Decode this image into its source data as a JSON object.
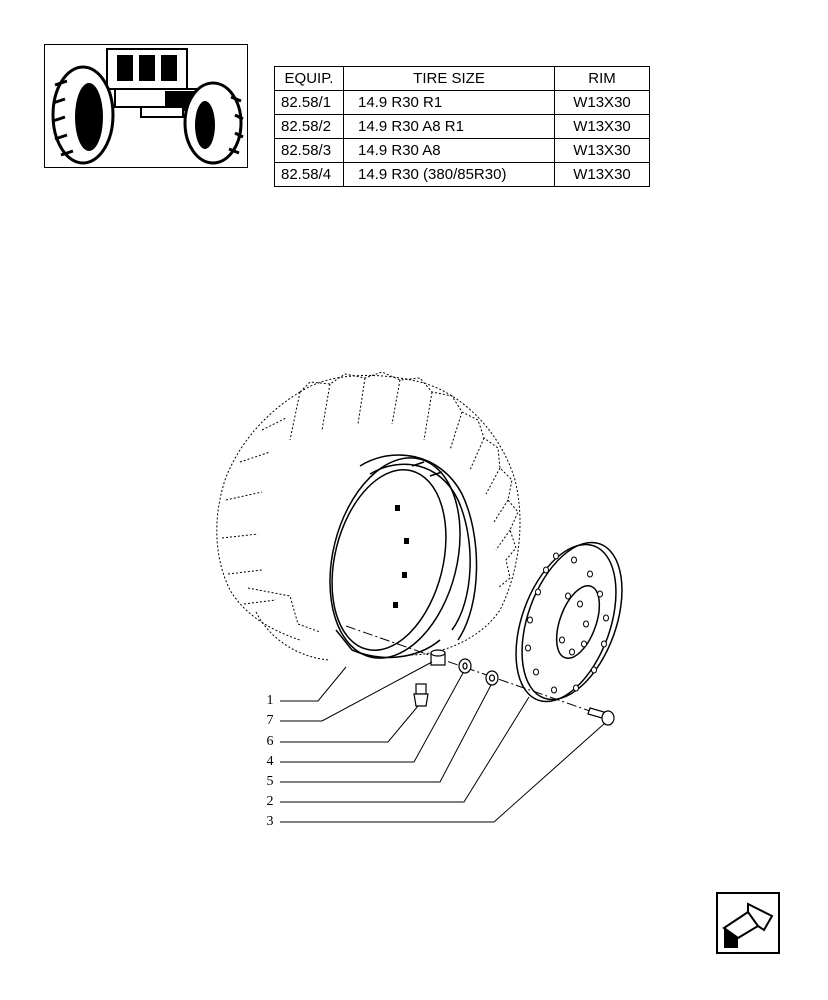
{
  "thumbnail": {
    "icon": "tractor-rear-wheel-icon"
  },
  "tire_table": {
    "headers": {
      "equip": "EQUIP.",
      "tire_size": "TIRE SIZE",
      "rim": "RIM"
    },
    "rows": [
      {
        "equip": "82.58/1",
        "tire_size": "14.9 R30 R1",
        "rim": "W13X30"
      },
      {
        "equip": "82.58/2",
        "tire_size": "14.9 R30 A8 R1",
        "rim": "W13X30"
      },
      {
        "equip": "82.58/3",
        "tire_size": "14.9 R30 A8",
        "rim": "W13X30"
      },
      {
        "equip": "82.58/4",
        "tire_size": "14.9 R30 (380/85R30)",
        "rim": "W13X30"
      }
    ]
  },
  "callouts": [
    "1",
    "7",
    "6",
    "4",
    "5",
    "2",
    "3"
  ],
  "navigation": {
    "icon": "next-page-arrow-icon"
  }
}
